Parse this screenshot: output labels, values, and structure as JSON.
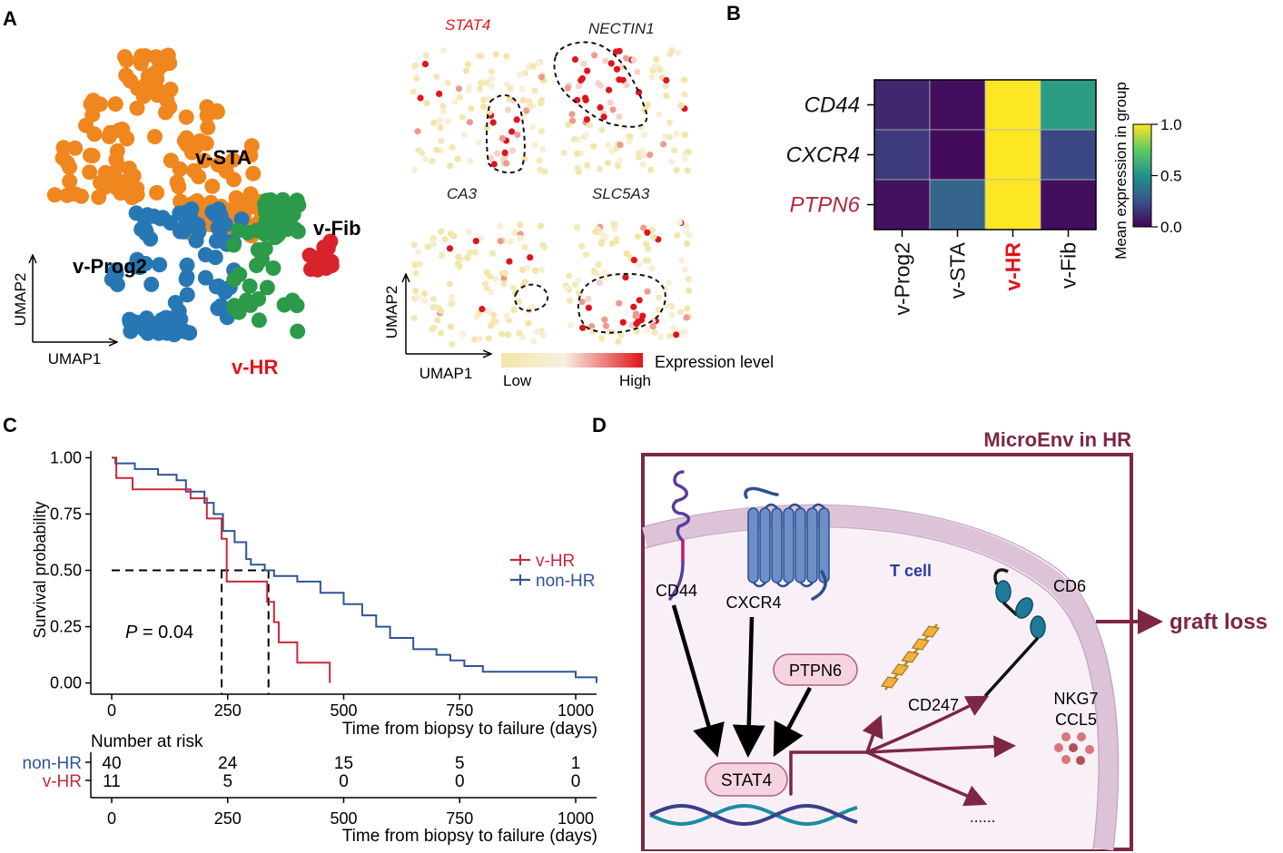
{
  "panels": {
    "A": "A",
    "B": "B",
    "C": "C",
    "D": "D"
  },
  "panelA": {
    "clusters": [
      {
        "id": "v-STA",
        "label": "v-STA",
        "color": "#f0861e",
        "label_color": "#000000"
      },
      {
        "id": "v-Prog2",
        "label": "v-Prog2",
        "color": "#2877b5",
        "label_color": "#000000"
      },
      {
        "id": "v-HR",
        "label": "v-HR",
        "color": "#2b9a4a",
        "label_color": "#e0141c"
      },
      {
        "id": "v-Fib",
        "label": "v-Fib",
        "color": "#d9232a",
        "label_color": "#000000"
      }
    ],
    "axis_x": "UMAP1",
    "axis_y": "UMAP2",
    "genes": [
      {
        "name": "STAT4",
        "color": "#e0141c"
      },
      {
        "name": "NECTIN1",
        "color": "#222222"
      },
      {
        "name": "CA3",
        "color": "#222222"
      },
      {
        "name": "SLC5A3",
        "color": "#222222"
      }
    ],
    "legend": {
      "title": "Expression level",
      "low": "Low",
      "high": "High",
      "low_color": "#f2e6a6",
      "high_color": "#e0141c"
    }
  },
  "panelB": {
    "rows": [
      "CD44",
      "CXCR4",
      "PTPN6"
    ],
    "row_colors": [
      "#111111",
      "#111111",
      "#b0283c"
    ],
    "cols": [
      "v-Prog2",
      "v-STA",
      "v-HR",
      "v-Fib"
    ],
    "col_colors": [
      "#111111",
      "#111111",
      "#e0141c",
      "#111111"
    ],
    "values": [
      [
        0.12,
        0.04,
        1.0,
        0.55
      ],
      [
        0.18,
        0.03,
        1.0,
        0.22
      ],
      [
        0.05,
        0.32,
        1.0,
        0.04
      ]
    ],
    "colorbar_title": "Mean expression in group",
    "colorbar_ticks": [
      "1.0",
      "0.5",
      "0.0"
    ]
  },
  "chart_data": {
    "type": "line",
    "title": "",
    "xlabel": "Time from biopsy to failure (days)",
    "ylabel": "Survival probability",
    "xlim": [
      -45,
      1045
    ],
    "ylim": [
      -0.05,
      1.03
    ],
    "xticks": [
      "0",
      "250",
      "500",
      "750",
      "1000"
    ],
    "yticks": [
      "0.00",
      "0.25",
      "0.50",
      "0.75",
      "1.00"
    ],
    "pvalue_prefix": "P",
    "pvalue_text": " = 0.04",
    "medians": {
      "v-HR": 237,
      "non-HR": 338
    },
    "series": [
      {
        "name": "v-HR",
        "color": "#c8283a",
        "x": [
          0,
          10,
          45,
          170,
          205,
          237,
          248,
          300,
          335,
          350,
          360,
          400,
          470
        ],
        "y": [
          1.0,
          0.91,
          0.86,
          0.82,
          0.73,
          0.64,
          0.45,
          0.45,
          0.36,
          0.27,
          0.18,
          0.09,
          0.0
        ]
      },
      {
        "name": "non-HR",
        "color": "#2f5596",
        "x": [
          0,
          8,
          50,
          100,
          140,
          160,
          200,
          220,
          240,
          265,
          290,
          300,
          330,
          350,
          400,
          450,
          500,
          540,
          570,
          600,
          650,
          700,
          730,
          760,
          800,
          1000,
          1045
        ],
        "y": [
          1.0,
          0.975,
          0.95,
          0.925,
          0.9,
          0.85,
          0.8,
          0.75,
          0.675,
          0.625,
          0.55,
          0.525,
          0.5,
          0.475,
          0.45,
          0.4,
          0.35,
          0.3,
          0.25,
          0.2,
          0.15,
          0.125,
          0.1,
          0.075,
          0.05,
          0.025,
          0.0
        ]
      }
    ],
    "risk_table": {
      "title": "Number at risk",
      "times": [
        "0",
        "250",
        "500",
        "750",
        "1000"
      ],
      "rows": [
        {
          "group": "non-HR",
          "color": "#2f5596",
          "counts": [
            "40",
            "24",
            "15",
            "5",
            "1"
          ]
        },
        {
          "group": "v-HR",
          "color": "#c8283a",
          "counts": [
            "11",
            "5",
            "0",
            "0",
            "0"
          ]
        }
      ],
      "xlabel": "Time from biopsy to failure (days)"
    }
  },
  "panelD": {
    "box_title": "MicroEnv in HR",
    "cell_label": "T cell",
    "nodes": {
      "cd44": "CD44",
      "cxcr4": "CXCR4",
      "ptpn6": "PTPN6",
      "stat4": "STAT4",
      "cd247": "CD247",
      "cd6": "CD6",
      "nkg7": "NKG7",
      "ccl5": "CCL5",
      "ellipsis": "......"
    },
    "outcome": "graft loss",
    "colors": {
      "frame": "#7d2645",
      "arrow": "#7d2645",
      "membrane": "#dcc3d8",
      "cell_fill": "#f8f0f6",
      "receptor": "#6d8fc9",
      "receptor_dark": "#2b4f8e",
      "pill": "#f6d3e0",
      "pill_border": "#b0607f",
      "cd247": "#f2b13a",
      "cd6": "#1f7a99",
      "chemokine": "#d9757e",
      "dna_a": "#1b8ea0",
      "dna_b": "#3b3f8c"
    }
  }
}
